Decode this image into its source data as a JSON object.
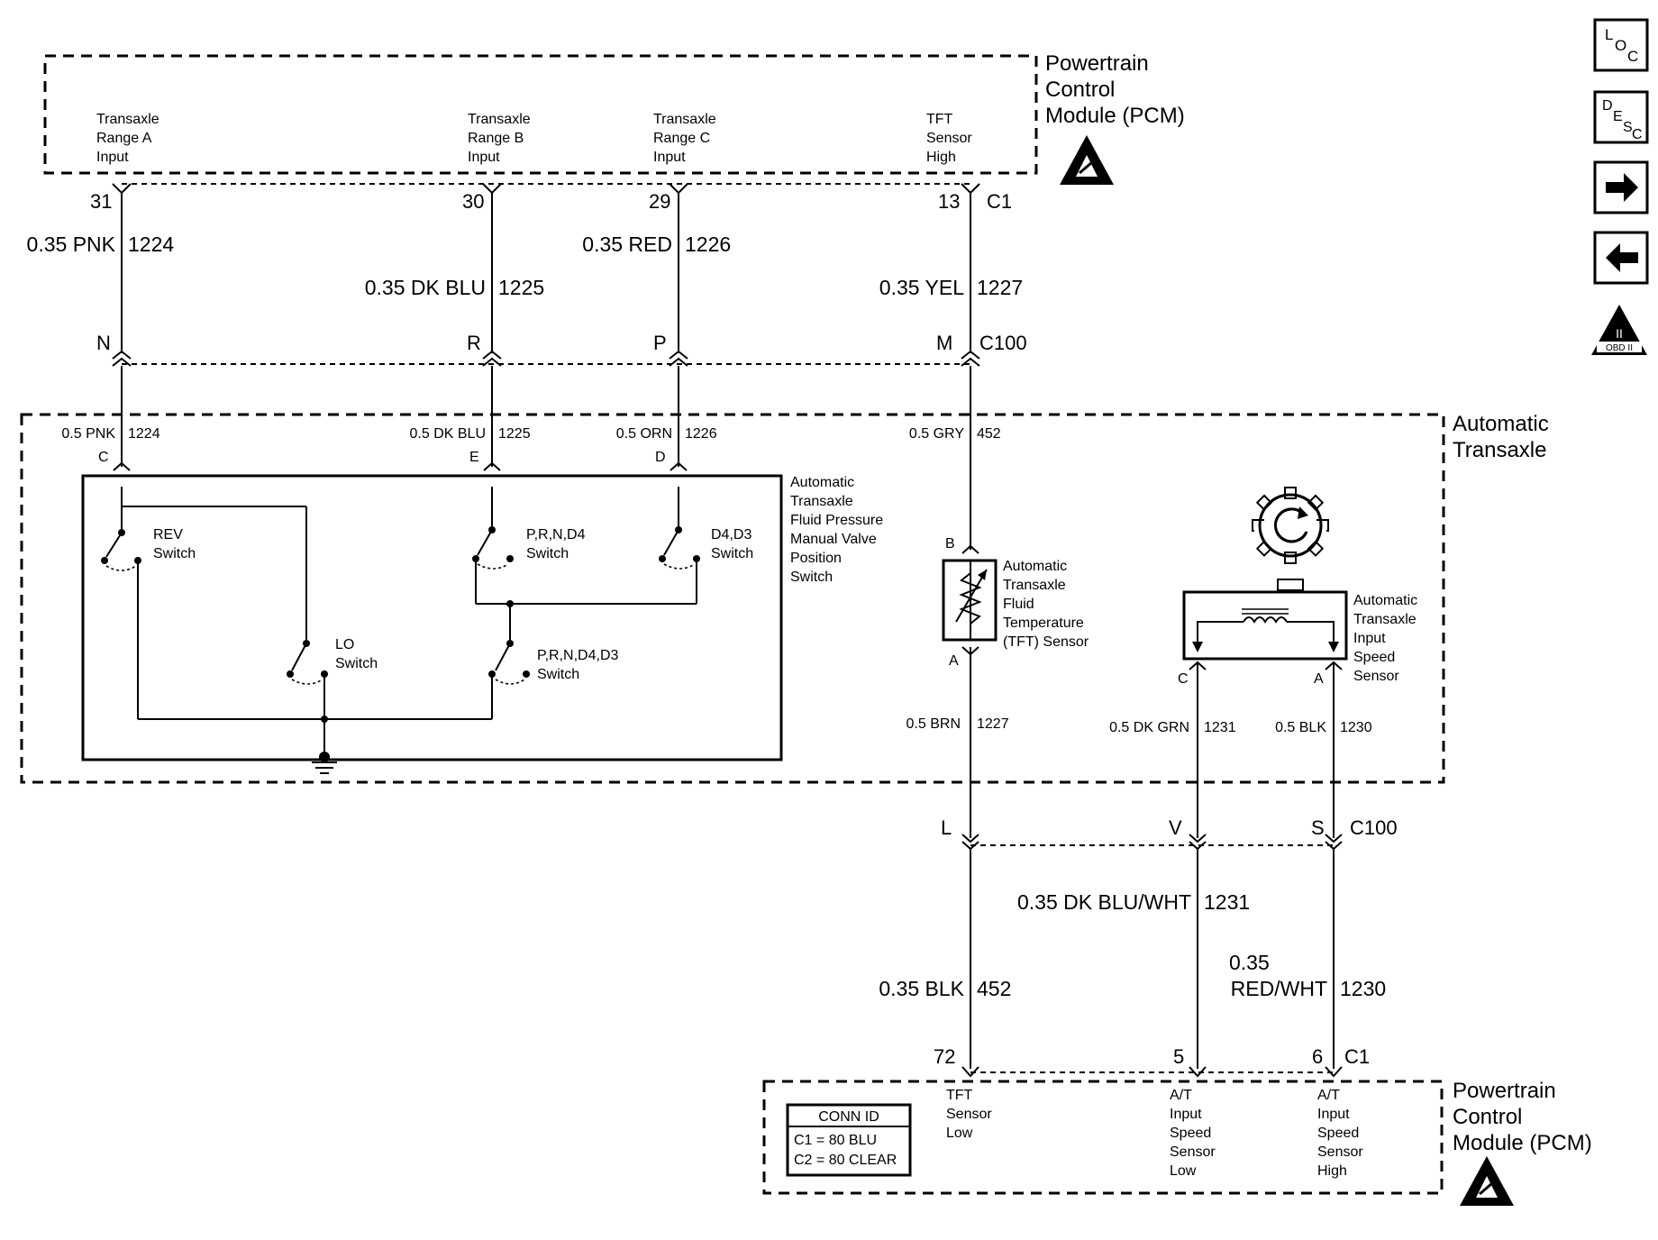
{
  "pcm_top": {
    "title_lines": [
      "Powertrain",
      "Control",
      "Module (PCM)"
    ],
    "inputs": [
      {
        "lines": [
          "Transaxle",
          "Range A",
          "Input"
        ],
        "pin": "31",
        "wire": "0.35 PNK",
        "circuit": "1224",
        "c100_pin": "N"
      },
      {
        "lines": [
          "Transaxle",
          "Range B",
          "Input"
        ],
        "pin": "30",
        "wire": "0.35 DK BLU",
        "circuit": "1225",
        "c100_pin": "R"
      },
      {
        "lines": [
          "Transaxle",
          "Range C",
          "Input"
        ],
        "pin": "29",
        "wire": "0.35 RED",
        "circuit": "1226",
        "c100_pin": "P"
      },
      {
        "lines": [
          "TFT",
          "Sensor",
          "High"
        ],
        "pin": "13",
        "wire": "0.35 YEL",
        "circuit": "1227",
        "c100_pin": "M"
      }
    ],
    "connector": "C1"
  },
  "c100_top": "C100",
  "transaxle": {
    "title_lines": [
      "Automatic",
      "Transaxle"
    ],
    "wires": [
      {
        "wire": "0.5 PNK",
        "circuit": "1224",
        "pin": "C"
      },
      {
        "wire": "0.5 DK BLU",
        "circuit": "1225",
        "pin": "E"
      },
      {
        "wire": "0.5 ORN",
        "circuit": "1226",
        "pin": "D"
      },
      {
        "wire": "0.5 GRY",
        "circuit": "452"
      }
    ],
    "switch_assembly_lines": [
      "Automatic",
      "Transaxle",
      "Fluid Pressure",
      "Manual Valve",
      "Position",
      "Switch"
    ],
    "switches": {
      "rev": [
        "REV",
        "Switch"
      ],
      "prnd4": [
        "P,R,N,D4",
        "Switch"
      ],
      "d4d3": [
        "D4,D3",
        "Switch"
      ],
      "lo": [
        "LO",
        "Switch"
      ],
      "prnd4d3": [
        "P,R,N,D4,D3",
        "Switch"
      ]
    },
    "tft_sensor": {
      "lines": [
        "Automatic",
        "Transaxle",
        "Fluid",
        "Temperature",
        "(TFT) Sensor"
      ],
      "pin_top": "B",
      "pin_bottom": "A",
      "wire": "0.5 BRN",
      "circuit": "1227"
    },
    "speed_sensor": {
      "lines": [
        "Automatic",
        "Transaxle",
        "Input",
        "Speed",
        "Sensor"
      ],
      "pin_left": "C",
      "pin_right": "A",
      "wire_left": "0.5 DK GRN",
      "circuit_left": "1231",
      "wire_right": "0.5 BLK",
      "circuit_right": "1230"
    }
  },
  "c100_bottom": {
    "label": "C100",
    "pins": [
      "L",
      "V",
      "S"
    ]
  },
  "lower_wires": [
    {
      "wire": "0.35 BLK",
      "circuit": "452"
    },
    {
      "wire": "0.35 DK BLU/WHT",
      "circuit": "1231"
    },
    {
      "wire_lines": [
        "0.35",
        "RED/WHT"
      ],
      "circuit": "1230"
    }
  ],
  "pcm_bottom": {
    "title_lines": [
      "Powertrain",
      "Control",
      "Module (PCM)"
    ],
    "connector": "C1",
    "pins": [
      {
        "pin": "72",
        "lines": [
          "TFT",
          "Sensor",
          "Low"
        ]
      },
      {
        "pin": "5",
        "lines": [
          "A/T",
          "Input",
          "Speed",
          "Sensor",
          "Low"
        ]
      },
      {
        "pin": "6",
        "lines": [
          "A/T",
          "Input",
          "Speed",
          "Sensor",
          "High"
        ]
      }
    ],
    "conn_id": {
      "title": "CONN ID",
      "rows": [
        "C1 = 80 BLU",
        "C2 = 80 CLEAR"
      ]
    }
  },
  "nav": {
    "loc_icon": "loc-icon",
    "desc_icon": "desc-icon",
    "next_icon": "arrow-right-icon",
    "prev_icon": "arrow-left-icon",
    "obd_icon": "obd-ii-icon",
    "obd_label": "OBD II"
  }
}
